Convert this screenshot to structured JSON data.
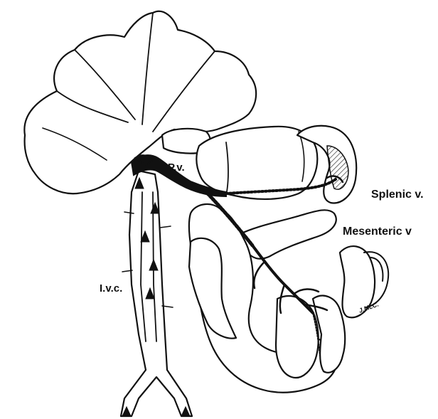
{
  "labels": {
    "portal_vein": "P.v.",
    "splenic_vein": "Splenic v.",
    "mesenteric_vein": "Mesenteric v",
    "ivc": "I.v.c.",
    "signature": "J.McC."
  }
}
